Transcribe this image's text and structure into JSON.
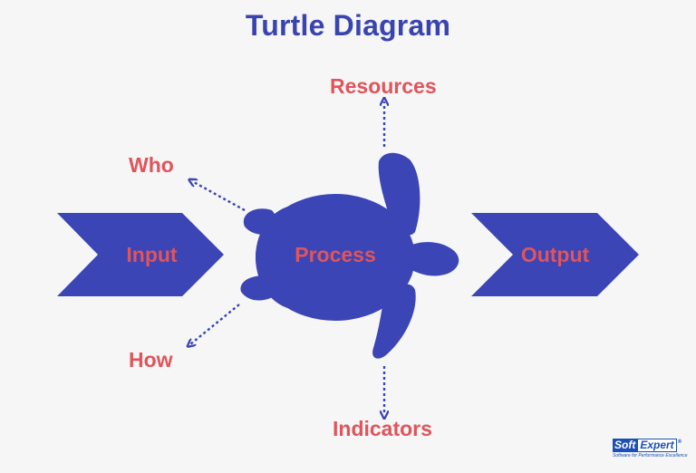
{
  "title": "Turtle Diagram",
  "colors": {
    "title": "#3a44b0",
    "shape": "#3b45b5",
    "label": "#e0545c",
    "background": "#f5f6f5"
  },
  "labels": {
    "resources": "Resources",
    "who": "Who",
    "how": "How",
    "indicators": "Indicators",
    "process": "Process",
    "input": "Input",
    "output": "Output"
  },
  "logo": {
    "soft": "Soft",
    "expert": "Expert",
    "registered": "®",
    "tagline": "Software for Performance Excellence"
  }
}
